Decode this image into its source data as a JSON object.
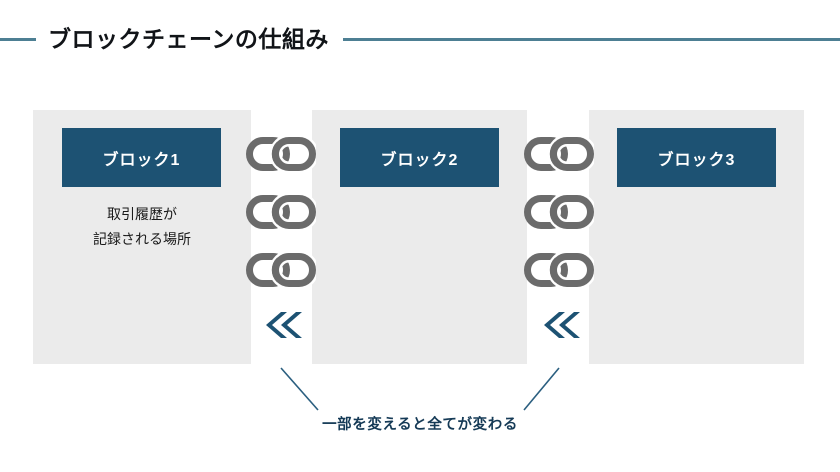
{
  "slide": {
    "title": "ブロックチェーンの仕組み",
    "accent_line_color": "#4d7f93",
    "block_color": "#1d5273",
    "panel_color": "#ebebeb",
    "chain_color": "#6b6b6b",
    "caption_color": "#153a56"
  },
  "blocks": [
    {
      "label": "ブロック1",
      "description_line_1": "取引履歴が",
      "description_line_2": "記録される場所"
    },
    {
      "label": "ブロック2",
      "description_line_1": "",
      "description_line_2": ""
    },
    {
      "label": "ブロック3",
      "description_line_1": "",
      "description_line_2": ""
    }
  ],
  "connectors": [
    {
      "icons": [
        "chain-link-icon",
        "chain-link-icon",
        "chain-link-icon",
        "double-chevron-left-icon"
      ]
    },
    {
      "icons": [
        "chain-link-icon",
        "chain-link-icon",
        "chain-link-icon",
        "double-chevron-left-icon"
      ]
    }
  ],
  "caption": {
    "text": "一部を変えると全てが変わる"
  }
}
